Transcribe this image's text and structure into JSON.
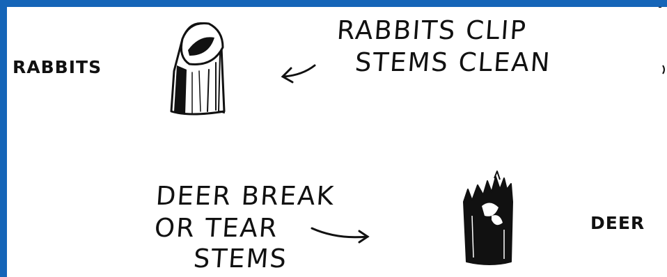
{
  "rabbits": {
    "label": "RABBITS",
    "note_line1": "RABBITS CLIP",
    "note_line2": "STEMS CLEAN"
  },
  "deer": {
    "label": "DEER",
    "note_line1": "DEER BREAK",
    "note_line2": "OR TEAR",
    "note_line3": "STEMS"
  },
  "colors": {
    "frame": "#1565b8",
    "ink": "#111111",
    "background": "#ffffff"
  },
  "icons": [
    "clean-cut-stem-icon",
    "torn-stem-icon",
    "arrow-left-icon",
    "arrow-right-icon"
  ]
}
